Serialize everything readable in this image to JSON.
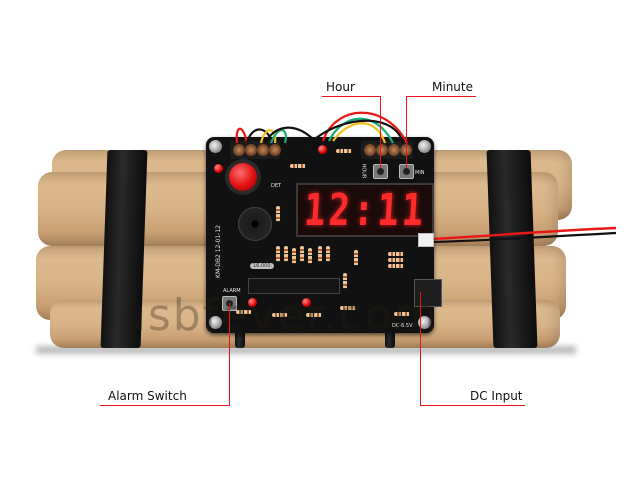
{
  "product": {
    "display_time": "12:11",
    "pcb_labels": {
      "det": "DET",
      "hour_key": "HOUR",
      "min_key": "MIN",
      "alarm_key": "ALARM",
      "model": "KM-DB2 12-01-12",
      "crystal": "16.000",
      "dc": "DC-6.5V"
    },
    "watermark": "usbfever.com"
  },
  "callouts": [
    {
      "id": "hour",
      "label": "Hour"
    },
    {
      "id": "minute",
      "label": "Minute"
    },
    {
      "id": "alarm",
      "label": "Alarm Switch"
    },
    {
      "id": "dc",
      "label": "DC Input"
    }
  ],
  "colors": {
    "callout_line": "#e8141c",
    "led_segment": "#ff2a2a",
    "pcb": "#111111",
    "cardboard": "#d8b488",
    "tape": "#1a1a1a"
  }
}
